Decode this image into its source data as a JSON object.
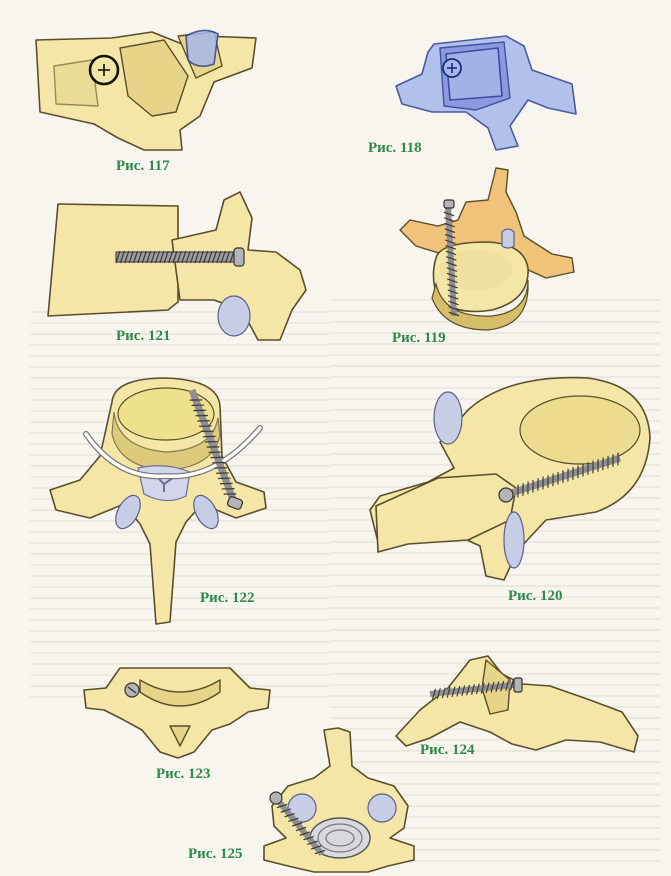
{
  "captions": {
    "fig117": "Рис. 117",
    "fig118": "Рис. 118",
    "fig119": "Рис. 119",
    "fig120": "Рис. 120",
    "fig121": "Рис. 121",
    "fig122": "Рис. 122",
    "fig123": "Рис. 123",
    "fig124": "Рис. 124",
    "fig125": "Рис. 125"
  },
  "colors": {
    "caption": "#2e8a4b",
    "bone": "#f3e6a6",
    "implant_blue": "#a7b7ec",
    "background": "#f7f5ee"
  }
}
